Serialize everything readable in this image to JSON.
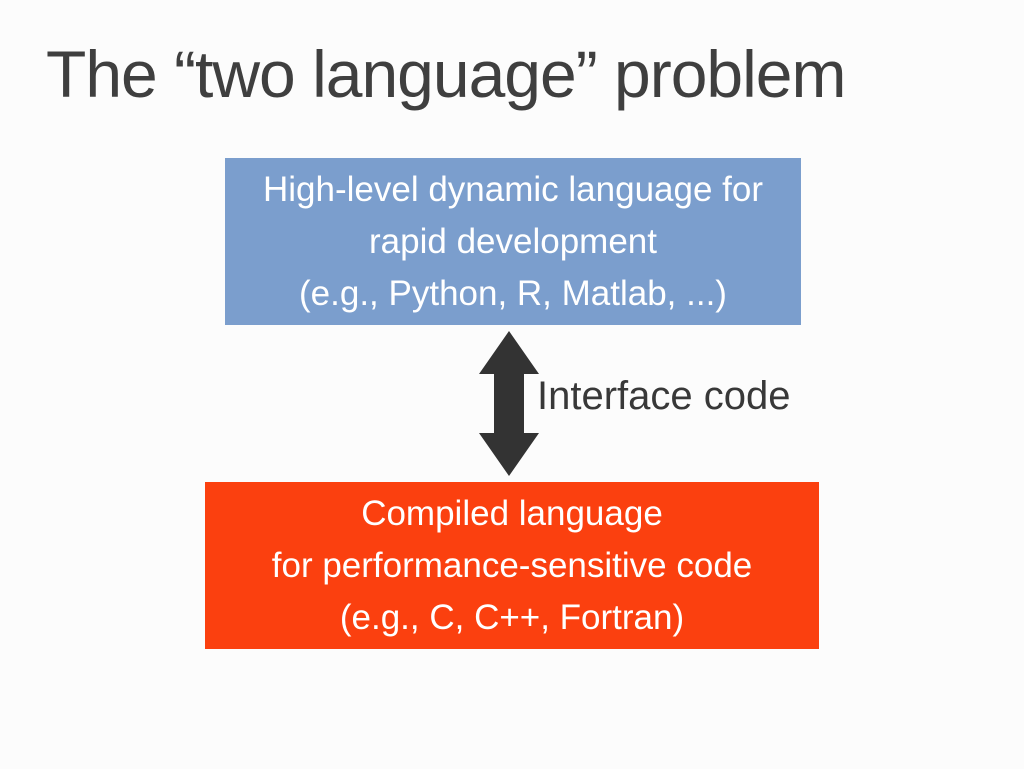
{
  "slide": {
    "title": "The “two language” problem",
    "background": "#fcfcfc",
    "title_color": "#3f3f3f"
  },
  "high_level_box": {
    "lines": [
      "High-level dynamic language for",
      "rapid development",
      "(e.g., Python, R, Matlab, ...)"
    ],
    "bg": "#7b9ecd",
    "text_color": "#ffffff"
  },
  "arrow": {
    "label": "Interface code",
    "color": "#333333",
    "label_color": "#383838"
  },
  "compiled_box": {
    "lines": [
      "Compiled language",
      "for performance-sensitive code",
      "(e.g., C, C++, Fortran)"
    ],
    "bg": "#fb400f",
    "text_color": "#ffffff"
  }
}
